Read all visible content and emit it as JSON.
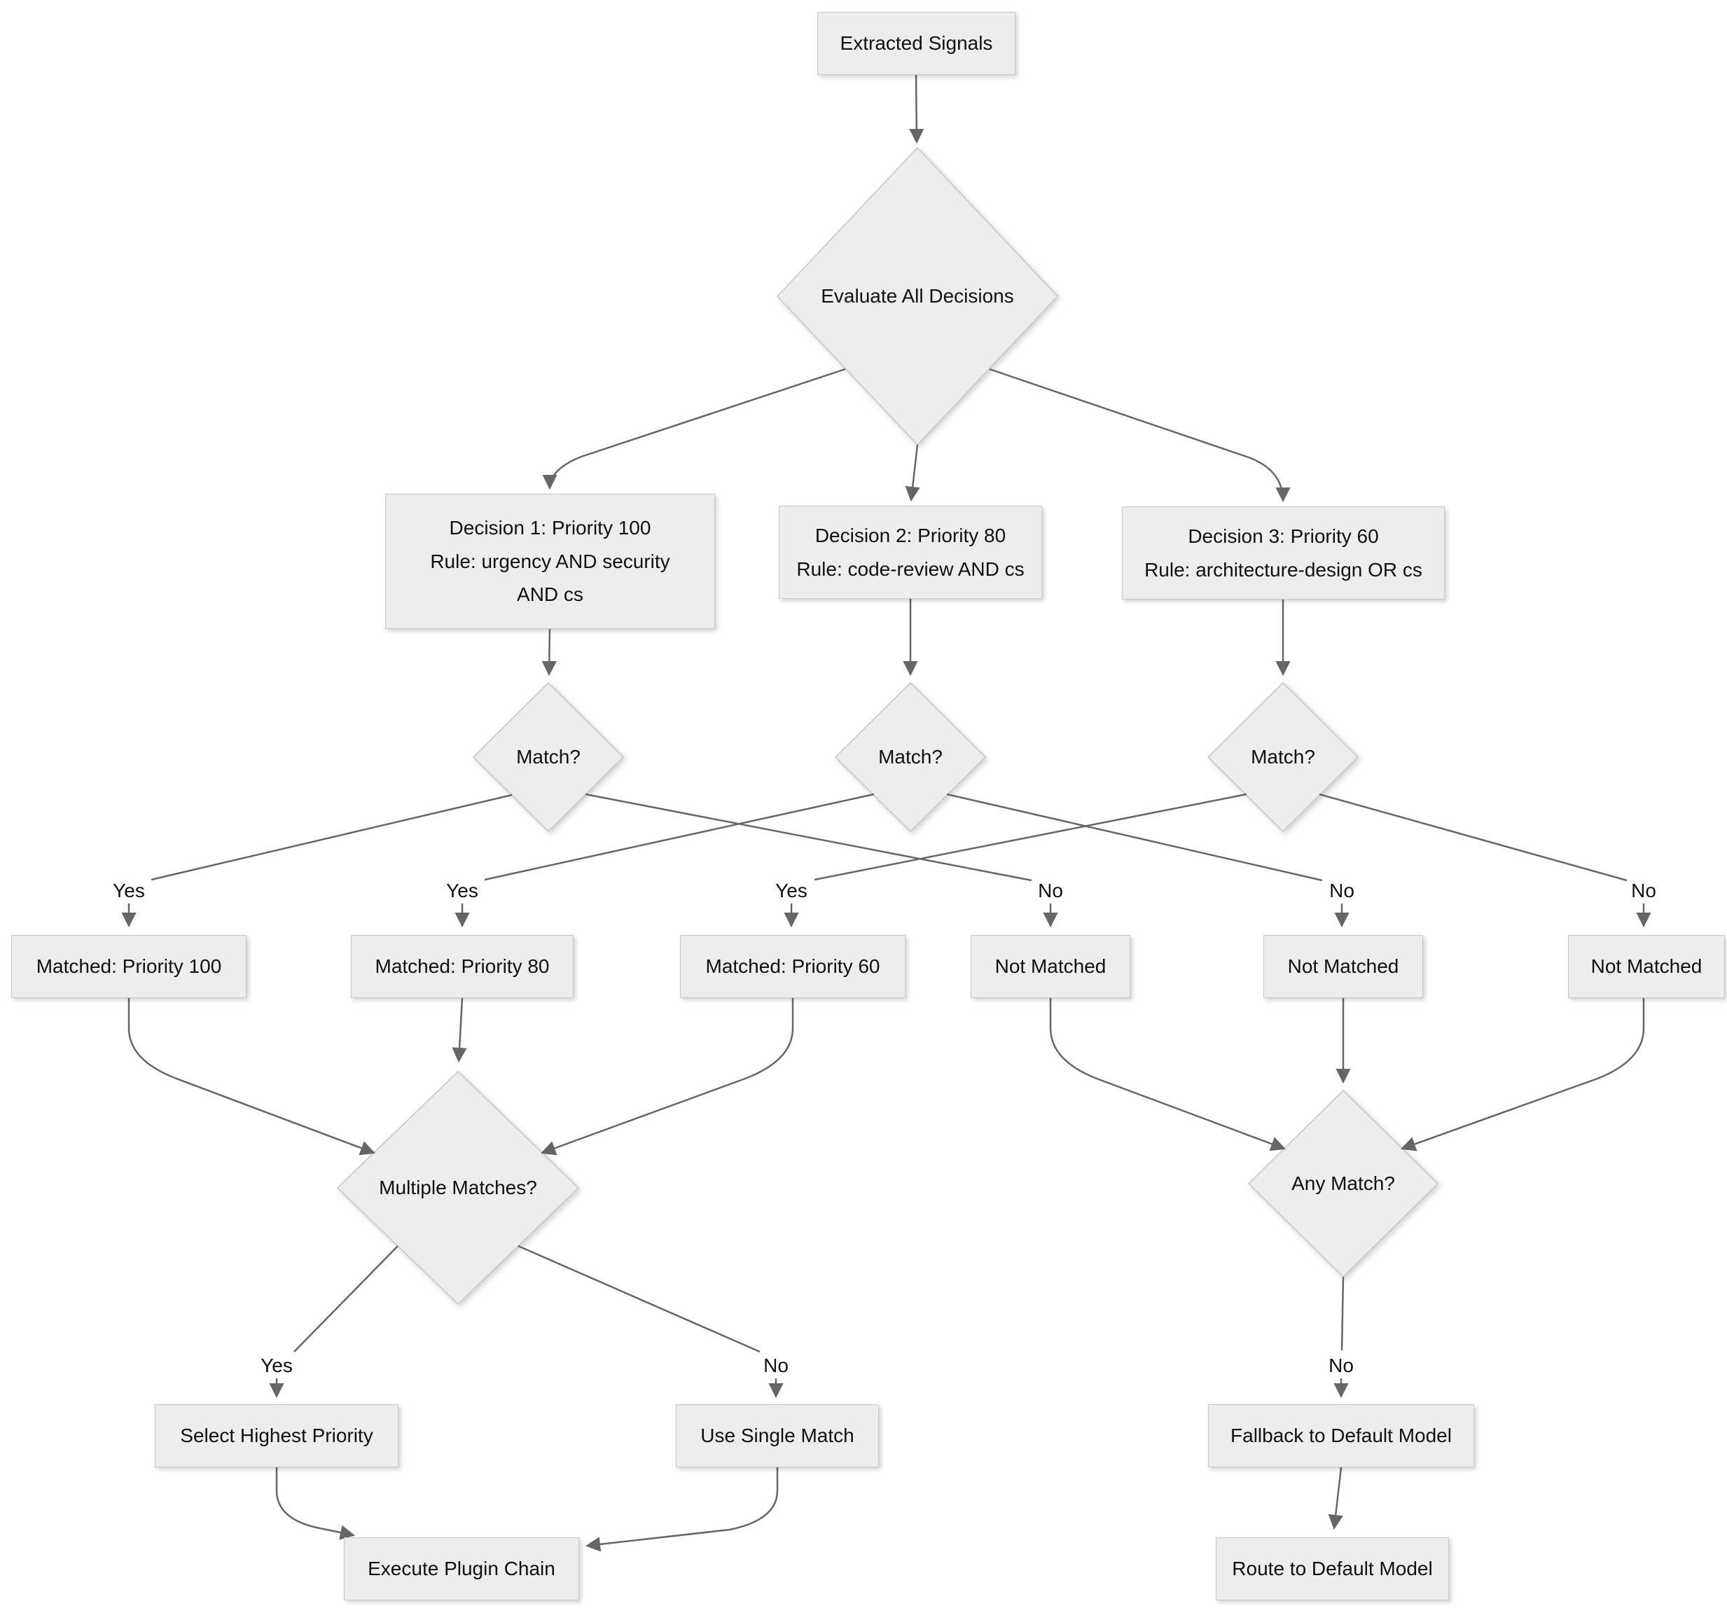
{
  "theme": {
    "background": "#ffffff",
    "node_fill": "#ededed",
    "node_stroke": "#c9c9c9",
    "edge_color": "#666666",
    "text_color": "#111111"
  },
  "diagram": {
    "type": "flowchart",
    "nodes": {
      "extracted_signals": "Extracted Signals",
      "evaluate_all": "Evaluate All Decisions",
      "decision_1": "Decision 1: Priority 100\nRule: urgency AND security\nAND cs",
      "decision_2": "Decision 2: Priority 80\nRule: code-review AND cs",
      "decision_3": "Decision 3: Priority 60\nRule: architecture-design OR cs",
      "match_1": "Match?",
      "match_2": "Match?",
      "match_3": "Match?",
      "matched_100": "Matched: Priority 100",
      "matched_80": "Matched: Priority 80",
      "matched_60": "Matched: Priority 60",
      "not_matched_1": "Not Matched",
      "not_matched_2": "Not Matched",
      "not_matched_3": "Not Matched",
      "multiple_matches": "Multiple Matches?",
      "any_match": "Any Match?",
      "select_highest": "Select Highest Priority",
      "use_single": "Use Single Match",
      "execute_chain": "Execute Plugin Chain",
      "fallback_default": "Fallback to Default Model",
      "route_default": "Route to Default Model"
    },
    "edge_labels": {
      "yes": "Yes",
      "no": "No"
    }
  }
}
